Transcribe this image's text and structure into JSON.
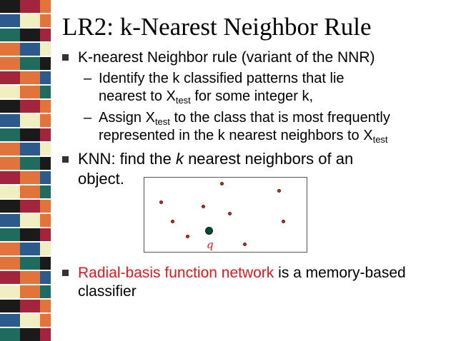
{
  "slide": {
    "title": "LR2: k-Nearest Neighbor Rule",
    "b1": "K-nearest Neighbor rule (variant of the NNR)",
    "s1_line1": "Identify the k classified patterns that lie",
    "s1_line2_pre": "nearest to X",
    "s1_line2_sub": "test",
    "s1_line2_post": " for some integer k,",
    "s2_line1_pre": "Assign X",
    "s2_line1_sub": "test",
    "s2_line1_post": " to the class that is most frequently",
    "s2_line2_pre": "represented in the k nearest neighbors to X",
    "s2_line2_sub": "test",
    "dash": "–",
    "b2_pre": "KNN: find the ",
    "b2_k": "k",
    "b2_post": " nearest neighbors of an",
    "b2_line2": "object.",
    "query_label": "q",
    "b3_red": "Radial-basis function network",
    "b3_rest": " is a memory-based",
    "b3_line2": "classifier"
  },
  "colors": {
    "highlight": "#e3171b",
    "stripe": [
      "#1a1a1a",
      "#e2733a",
      "#2c5a8c",
      "#a3243d",
      "#1f6b5e",
      "#f1eec2",
      "#e2733a"
    ]
  }
}
